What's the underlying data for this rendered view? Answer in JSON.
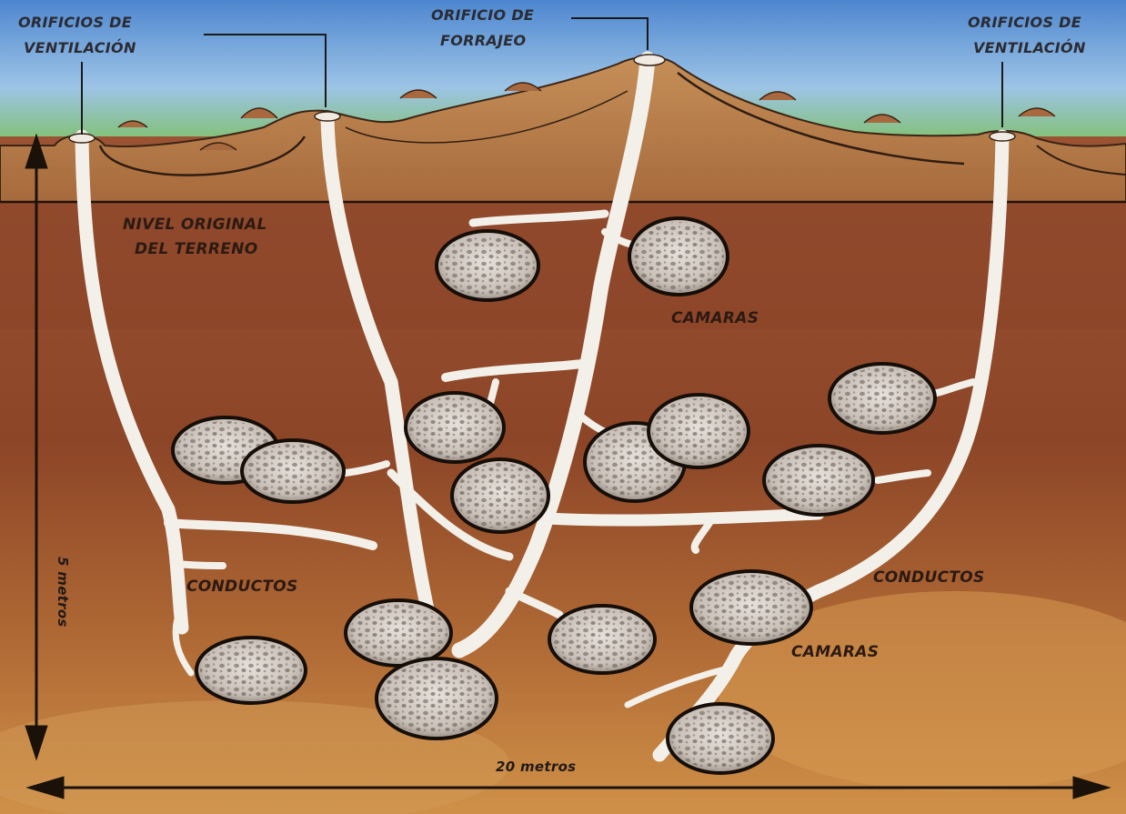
{
  "labels": {
    "vent_left_line1": "ORIFICIOS DE",
    "vent_left_line2": "VENTILACIÓN",
    "forage_line1": "ORIFICIO DE",
    "forage_line2": "FORRAJEO",
    "vent_right_line1": "ORIFICIOS DE",
    "vent_right_line2": "VENTILACIÓN",
    "original_level_line1": "NIVEL ORIGINAL",
    "original_level_line2": "DEL TERRENO",
    "chambers_upper": "CAMARAS",
    "chambers_lower": "CAMARAS",
    "ducts_left": "CONDUCTOS",
    "ducts_right": "CONDUCTOS",
    "depth_scale": "5 metros",
    "width_scale": "20 metros"
  },
  "colors": {
    "sky_top": "#5b8fd0",
    "grass": "#6fae5a",
    "mound_soil": "#b9834e",
    "deep_soil": "#8f4a2a",
    "lower_soil": "#c98a45",
    "tunnel": "#f2efe8",
    "chamber_fill": "#d8d2cc",
    "chamber_outline": "#1a120c",
    "label_text": "#2c1a12"
  }
}
